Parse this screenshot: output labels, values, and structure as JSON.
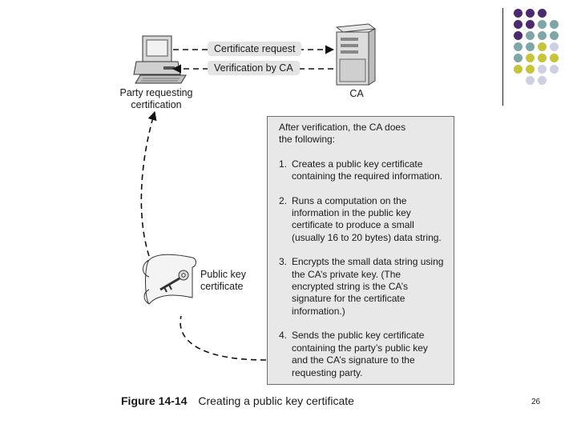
{
  "messages": {
    "request": "Certificate request",
    "verification": "Verification by CA"
  },
  "nodes": {
    "party": [
      "Party requesting",
      "certification"
    ],
    "ca": "CA",
    "certificate": [
      "Public key",
      "certificate"
    ]
  },
  "info_box": {
    "intro": [
      "After verification, the CA does",
      "the following:"
    ],
    "steps": [
      {
        "num": "1.",
        "lines": [
          "Creates a public key certificate",
          "containing the required information."
        ]
      },
      {
        "num": "2.",
        "lines": [
          "Runs a computation on the",
          "information in the public key",
          "certificate to produce a small",
          "(usually 16 to 20 bytes) data string."
        ]
      },
      {
        "num": "3.",
        "lines": [
          "Encrypts the small data string using",
          "the CA’s private key. (The",
          "encrypted string is the CA’s",
          "signature for the certificate",
          "information.)"
        ]
      },
      {
        "num": "4.",
        "lines": [
          "Sends the public key certificate",
          "containing the party’s public key",
          "and the CA’s signature to the",
          "requesting party."
        ]
      }
    ]
  },
  "figure": {
    "label": "Figure 14-14",
    "title": "Creating a public key certificate"
  },
  "page_number": "26",
  "colors": {
    "purple": "#4b2a6d",
    "teal": "#7fa6a6",
    "olive": "#c6c43a",
    "lavender": "#cfcfe3"
  },
  "decor_dots": [
    [
      "purple",
      "purple",
      "purple",
      null
    ],
    [
      "purple",
      "purple",
      "teal",
      "teal"
    ],
    [
      "purple",
      "teal",
      "teal",
      "teal"
    ],
    [
      "teal",
      "teal",
      "olive",
      "lavender"
    ],
    [
      "teal",
      "olive",
      "olive",
      "olive"
    ],
    [
      "olive",
      "olive",
      "lavender",
      "lavender"
    ],
    [
      null,
      "lavender",
      "lavender",
      null
    ]
  ]
}
